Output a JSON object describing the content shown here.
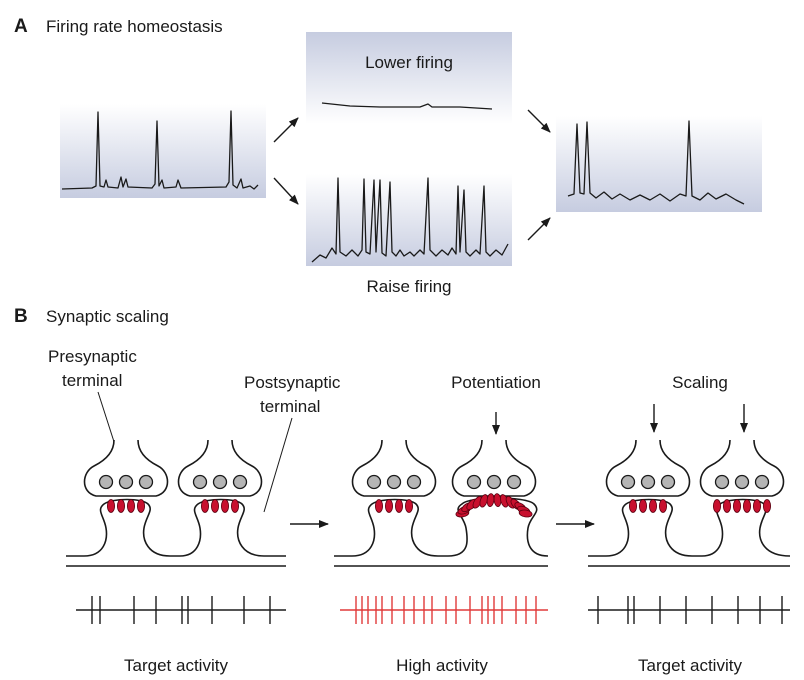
{
  "panel_a": {
    "letter": "A",
    "title": "Firing rate homeostasis",
    "lower_label": "Lower firing",
    "raise_label": "Raise firing"
  },
  "panel_b": {
    "letter": "B",
    "title": "Synaptic scaling",
    "presynaptic_line1": "Presynaptic",
    "presynaptic_line2": "terminal",
    "postsynaptic_line1": "Postsynaptic",
    "postsynaptic_line2": "terminal",
    "potentiation": "Potentiation",
    "scaling": "Scaling",
    "captions": [
      "Target activity",
      "High activity",
      "Target activity"
    ]
  },
  "colors": {
    "panel_gradient_top": "#c6cce0",
    "panel_gradient_bottom": "#ffffff",
    "receptor": "#c8102e",
    "high_activity": "#e03a3a"
  }
}
